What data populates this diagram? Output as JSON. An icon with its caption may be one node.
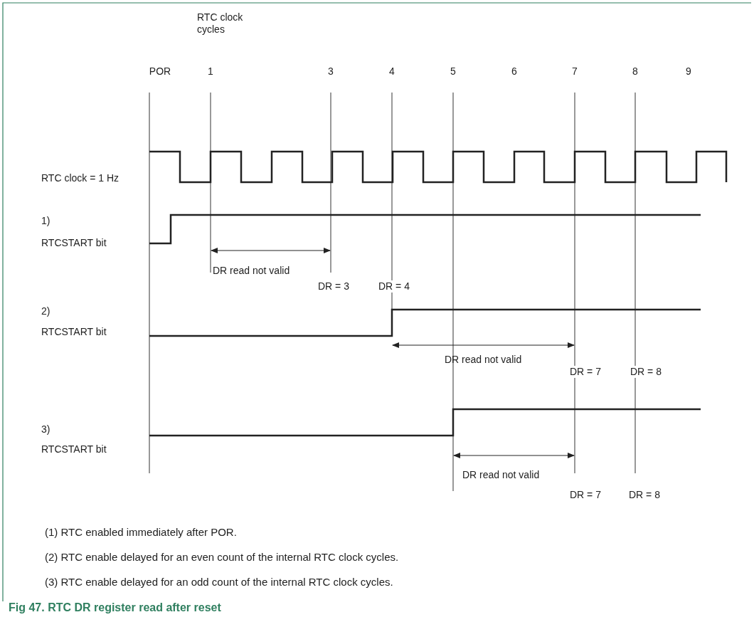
{
  "diagram": {
    "caption": "Fig 47. RTC DR register read after reset",
    "labels": [
      "RTC clock cycles",
      "POR",
      "1",
      "3",
      "4",
      "5",
      "6",
      "7",
      "8",
      "9",
      "RTC clock = 1 Hz",
      "1)",
      "RTCSTART bit",
      "DR read not valid",
      "DR = 3",
      "DR = 4",
      "2)",
      "RTCSTART bit",
      "DR read not valid",
      "DR = 7",
      "DR = 8",
      "3)",
      "RTCSTART bit",
      "DR read not valid",
      "DR = 7",
      "DR = 8",
      "(1) RTC enabled immediately after POR.",
      "(2) RTC enable delayed for an even count of the internal RTC clock cycles.",
      "(3) RTC enable delayed for an odd count of the internal RTC clock cycles."
    ]
  }
}
